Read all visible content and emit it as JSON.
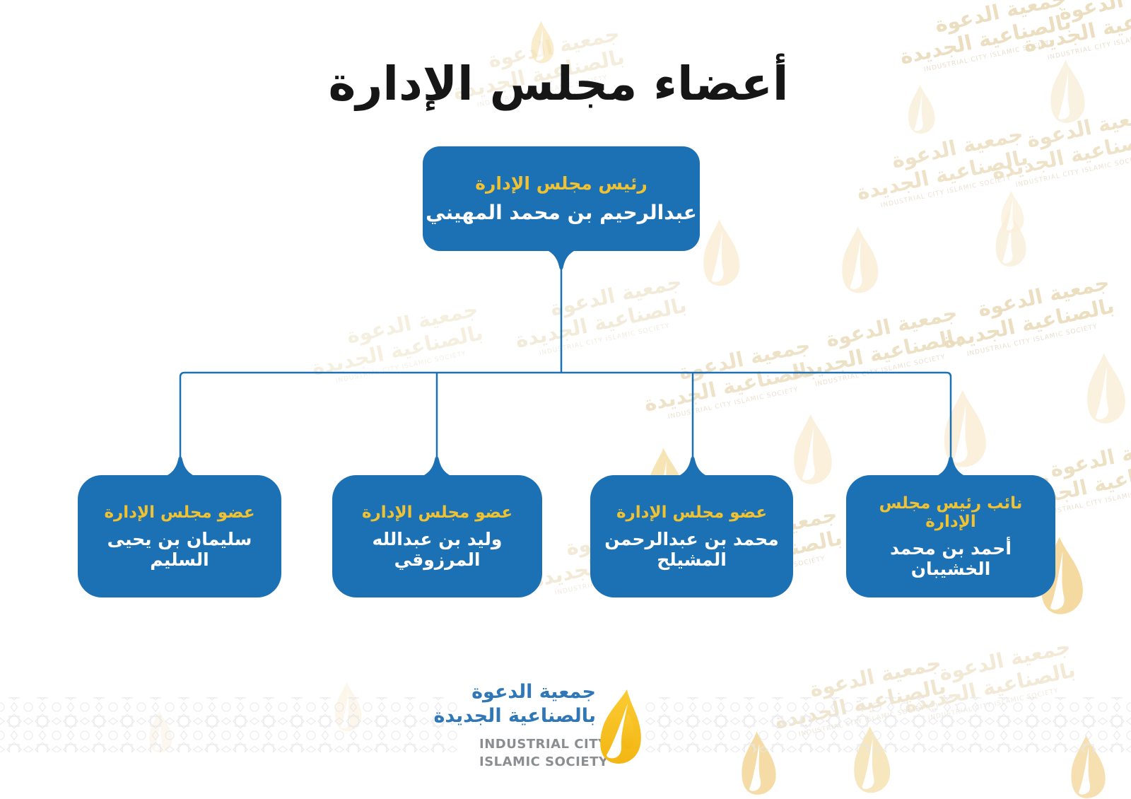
{
  "title": "أعضاء مجلس الإدارة",
  "chairman": {
    "role": "رئيس مجلس الإدارة",
    "name": "عبدالرحيم بن محمد المهيني"
  },
  "members": [
    {
      "role": "عضو مجلس الإدارة",
      "name": "سليمان بن يحيى السليم"
    },
    {
      "role": "عضو مجلس الإدارة",
      "name": "وليد بن عبدالله المرزوقي"
    },
    {
      "role": "عضو مجلس الإدارة",
      "name": "محمد بن عبدالرحمن المشيلح"
    },
    {
      "role": "نائب رئيس مجلس الإدارة",
      "name": "أحمد بن محمد الخشيبان"
    }
  ],
  "logo": {
    "arabic_line1": "جمعية الدعوة",
    "arabic_line2": "بالصناعية الجديدة",
    "english_line1": "INDUSTRIAL CITY",
    "english_line2": "ISLAMIC SOCIETY"
  },
  "watermark": {
    "arabic_line1": "جمعية الدعوة",
    "arabic_line2": "بالصناعية الجديدة",
    "english": "INDUSTRIAL CITY ISLAMIC SOCIETY"
  },
  "colors": {
    "box_blue": "#1C70B4",
    "accent_yellow": "#EFC233",
    "title_black": "#161616",
    "logo_blue": "#2F77B6",
    "logo_gray": "#8B8E90",
    "flame_gold": "#F5BB1C",
    "watermark_tan": "#EADCBB",
    "band_gray": "#E7E7EB"
  }
}
